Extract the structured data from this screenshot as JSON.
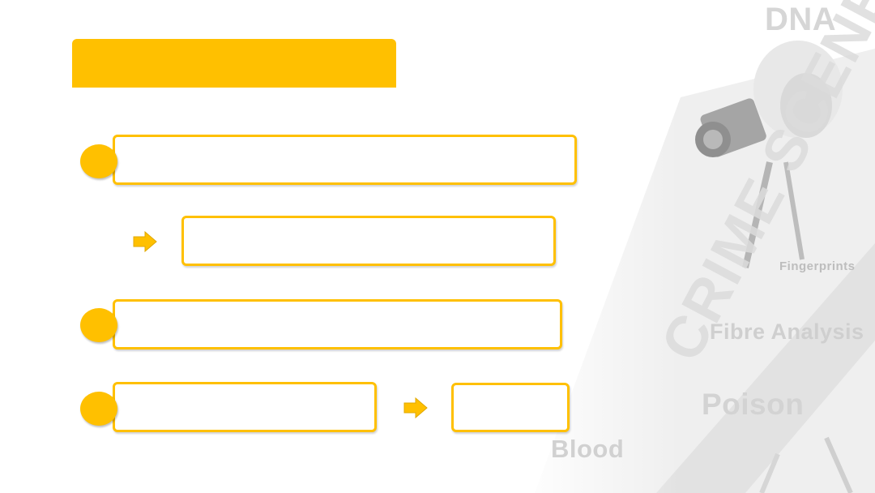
{
  "slide": {
    "title": "",
    "colors": {
      "accent": "#ffc000",
      "watermark": "#cccccc"
    }
  },
  "watermark": {
    "words": [
      "DNA",
      "Fingerprints",
      "Fibre Analysis",
      "Poison",
      "Blood",
      "CRIME SCENE"
    ]
  },
  "rows": [
    {
      "bullet_icon": "circle-bullet",
      "text": ""
    },
    {
      "arrow_icon": "right-arrow",
      "text": ""
    },
    {
      "bullet_icon": "circle-bullet",
      "text": ""
    },
    {
      "bullet_icon": "circle-bullet",
      "text": "",
      "arrow_icon": "right-arrow",
      "result_text": ""
    }
  ]
}
